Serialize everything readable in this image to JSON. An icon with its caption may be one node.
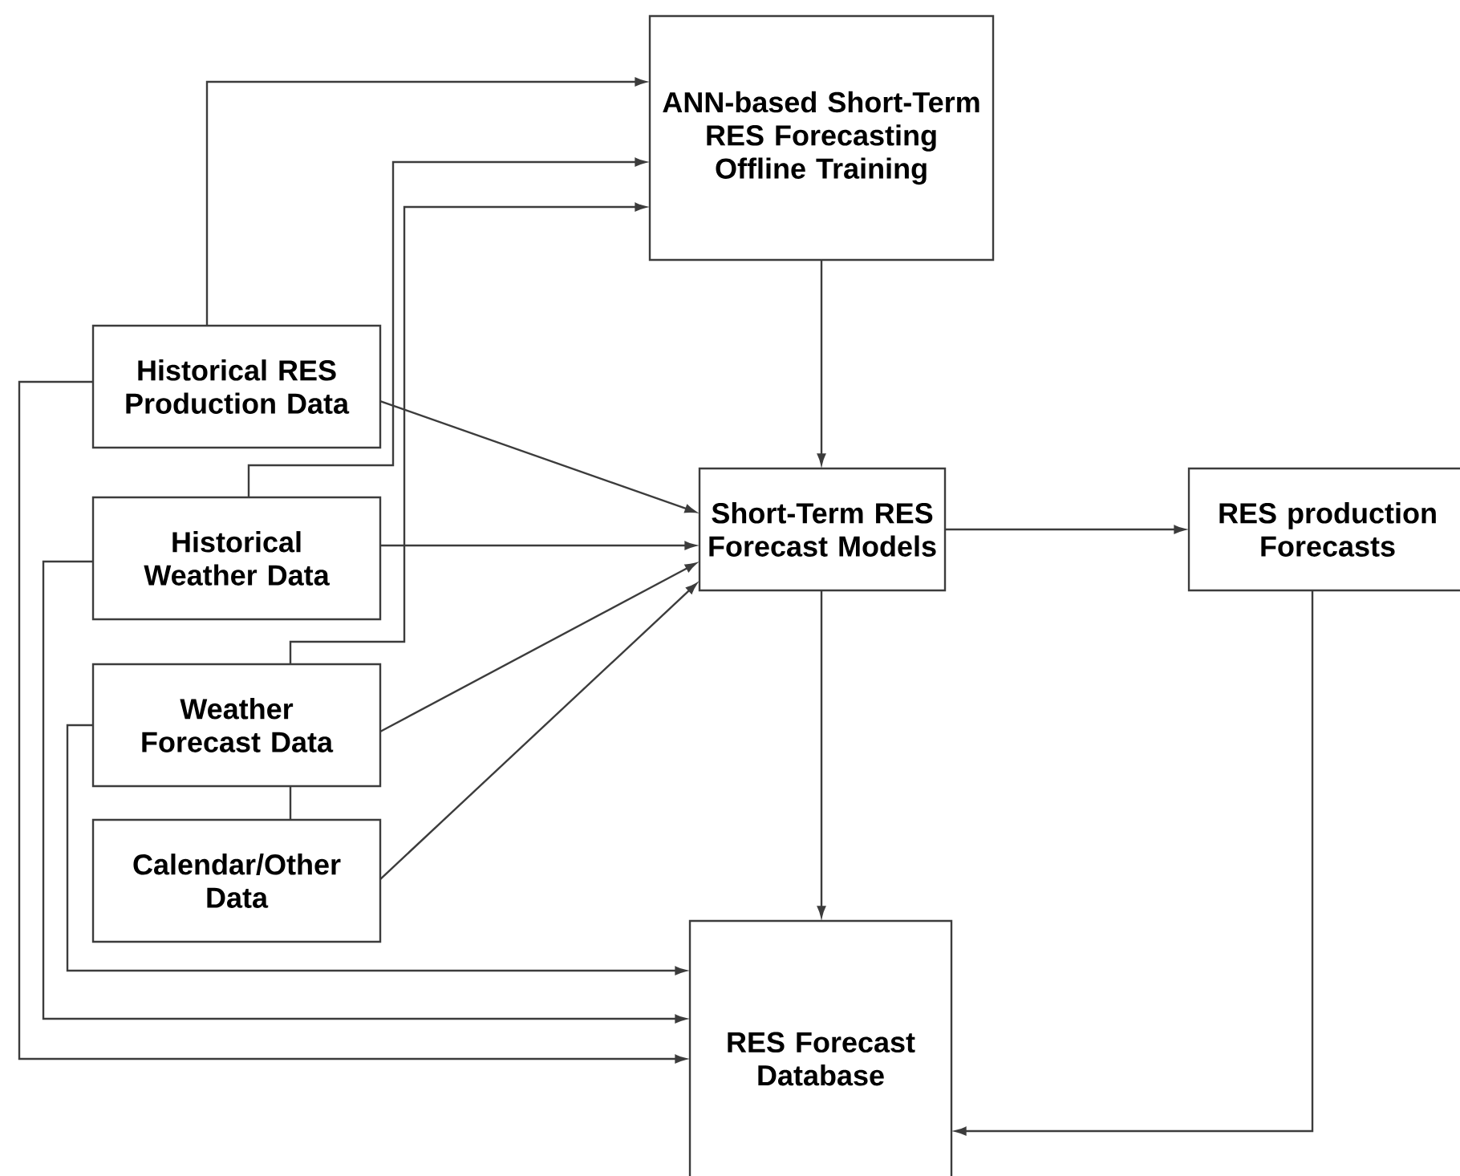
{
  "diagram": {
    "nodes": [
      {
        "text": [
          "ANN-based Short-Term RES Forecasting Offline Training"
        ]
      },
      {
        "text": [
          "Historical RES Production Data"
        ]
      },
      {
        "text": [
          "Historical Weather Data"
        ]
      },
      {
        "text": [
          "Weather Forecast Data"
        ]
      },
      {
        "text": [
          "Calendar/Other Data"
        ]
      },
      {
        "text": [
          "Short-Term RES Forecast Models"
        ]
      },
      {
        "text": [
          "RES production Forecasts"
        ]
      },
      {
        "text": [
          "RES Forecast Database"
        ]
      }
    ],
    "edges": [
      {
        "from": 1,
        "to": 0,
        "arrow": "to"
      },
      {
        "from": 2,
        "to": 0,
        "arrow": "to"
      },
      {
        "from": 3,
        "to": 0,
        "arrow": "to"
      },
      {
        "from": 4,
        "to": 0,
        "arrow": "to"
      },
      {
        "from": 1,
        "to": 5,
        "arrow": "to"
      },
      {
        "from": 2,
        "to": 5,
        "arrow": "to"
      },
      {
        "from": 3,
        "to": 5,
        "arrow": "to"
      },
      {
        "from": 4,
        "to": 5,
        "arrow": "to"
      },
      {
        "from": 0,
        "to": 5,
        "arrow": "to"
      },
      {
        "from": 5,
        "to": 6,
        "arrow": "to"
      },
      {
        "from": 5,
        "to": 7,
        "arrow": "to"
      },
      {
        "from": 6,
        "to": 7,
        "arrow": "to"
      },
      {
        "from": 3,
        "to": 7,
        "arrow": "to"
      },
      {
        "from": 2,
        "to": 7,
        "arrow": "to"
      },
      {
        "from": 1,
        "to": 7,
        "arrow": "to"
      }
    ]
  }
}
